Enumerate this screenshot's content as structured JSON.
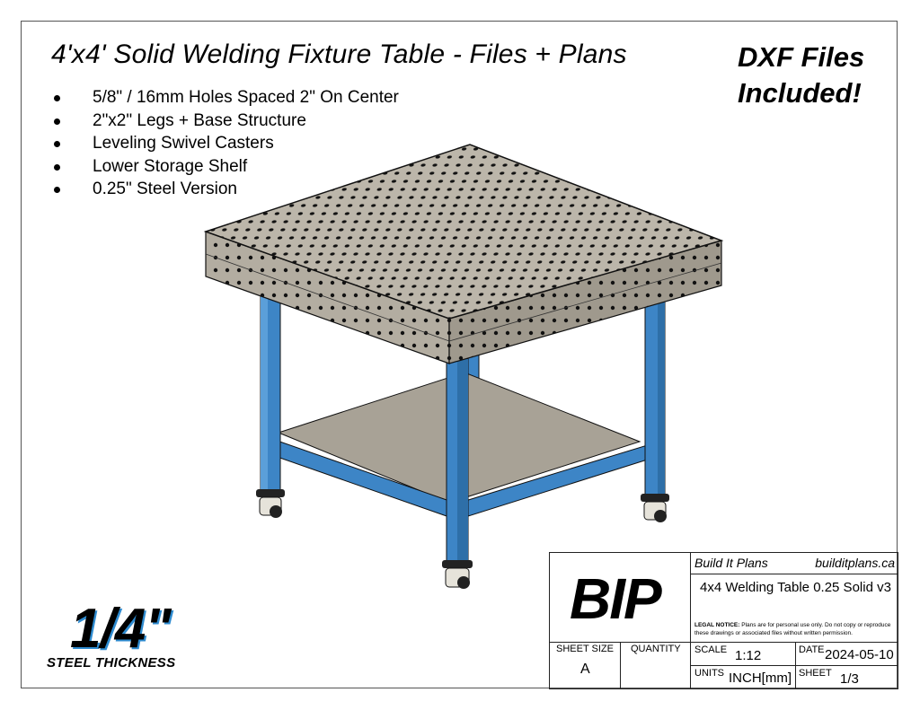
{
  "title": "4'x4' Solid Welding Fixture Table - Files + Plans",
  "callout": {
    "line1": "DXF Files",
    "line2": "Included!"
  },
  "features": [
    "5/8\" / 16mm Holes Spaced 2\" On Center",
    "2\"x2\" Legs + Base Structure",
    "Leveling Swivel Casters",
    "Lower Storage Shelf",
    "0.25\" Steel Version"
  ],
  "thickness": {
    "value": "1/4\"",
    "label": "STEEL THICKNESS"
  },
  "colors": {
    "frame_blue": "#3d85c6",
    "tabletop": "#b8b2a6",
    "shelf": "#a8a296",
    "border": "#222222"
  },
  "title_block": {
    "logo": "BIP",
    "company": "Build It Plans",
    "website": "builditplans.ca",
    "drawing_name": "4x4 Welding Table 0.25 Solid v3",
    "legal_label": "LEGAL NOTICE:",
    "legal_text": " Plans are for personal use only. Do not copy or reproduce these drawings or associated files without written permission.",
    "sheet_size_label": "SHEET SIZE",
    "sheet_size": "A",
    "quantity_label": "QUANTITY",
    "quantity": "",
    "scale_label": "SCALE",
    "scale": "1:12",
    "date_label": "DATE",
    "date": "2024-05-10",
    "units_label": "UNITS",
    "units": "INCH[mm]",
    "sheet_label": "SHEET",
    "sheet": "1/3"
  }
}
